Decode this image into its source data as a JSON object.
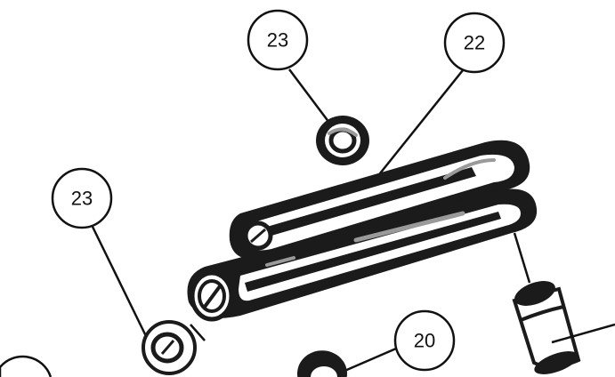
{
  "diagram": {
    "callouts": [
      {
        "id": "top-washer",
        "label": "23"
      },
      {
        "id": "upper-link",
        "label": "22"
      },
      {
        "id": "left-washer",
        "label": "23"
      },
      {
        "id": "bottom-part",
        "label": "20"
      }
    ]
  }
}
